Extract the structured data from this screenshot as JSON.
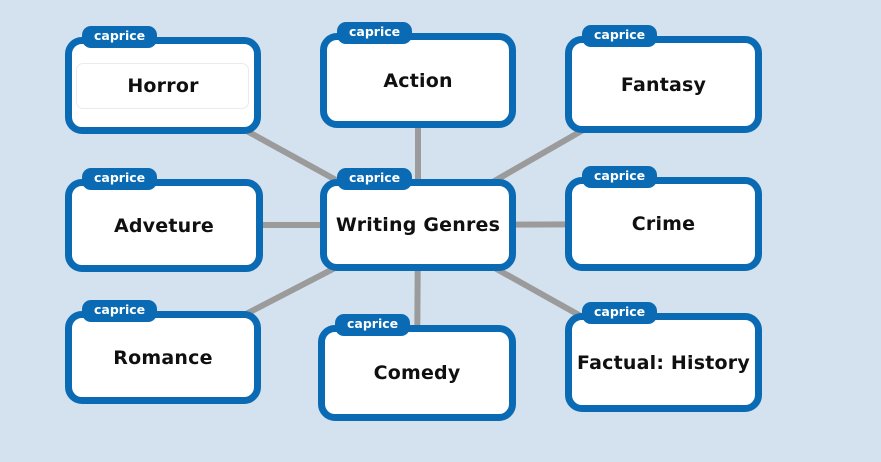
{
  "theme": {
    "canvas_background": "#d4e2f0",
    "node_border_color": "#0a6bb4",
    "node_fill_color": "#ffffff",
    "tab_color": "#0a6bb4",
    "tab_text_color": "#ffffff",
    "connector_color": "#9b9b9b",
    "label_color": "#101010"
  },
  "diagram": {
    "type": "mindmap",
    "center": {
      "id": "writing-genres",
      "tab": "caprice",
      "label": "Writing Genres"
    },
    "nodes": [
      {
        "id": "horror",
        "tab": "caprice",
        "label": "Horror",
        "highlighted": true
      },
      {
        "id": "action",
        "tab": "caprice",
        "label": "Action"
      },
      {
        "id": "fantasy",
        "tab": "caprice",
        "label": "Fantasy"
      },
      {
        "id": "adveture",
        "tab": "caprice",
        "label": "Adveture"
      },
      {
        "id": "crime",
        "tab": "caprice",
        "label": "Crime"
      },
      {
        "id": "romance",
        "tab": "caprice",
        "label": "Romance"
      },
      {
        "id": "comedy",
        "tab": "caprice",
        "label": "Comedy"
      },
      {
        "id": "factual-history",
        "tab": "caprice",
        "label": "Factual: History"
      }
    ],
    "connections": [
      [
        "writing-genres",
        "horror"
      ],
      [
        "writing-genres",
        "action"
      ],
      [
        "writing-genres",
        "fantasy"
      ],
      [
        "writing-genres",
        "adveture"
      ],
      [
        "writing-genres",
        "crime"
      ],
      [
        "writing-genres",
        "romance"
      ],
      [
        "writing-genres",
        "comedy"
      ],
      [
        "writing-genres",
        "factual-history"
      ]
    ]
  }
}
